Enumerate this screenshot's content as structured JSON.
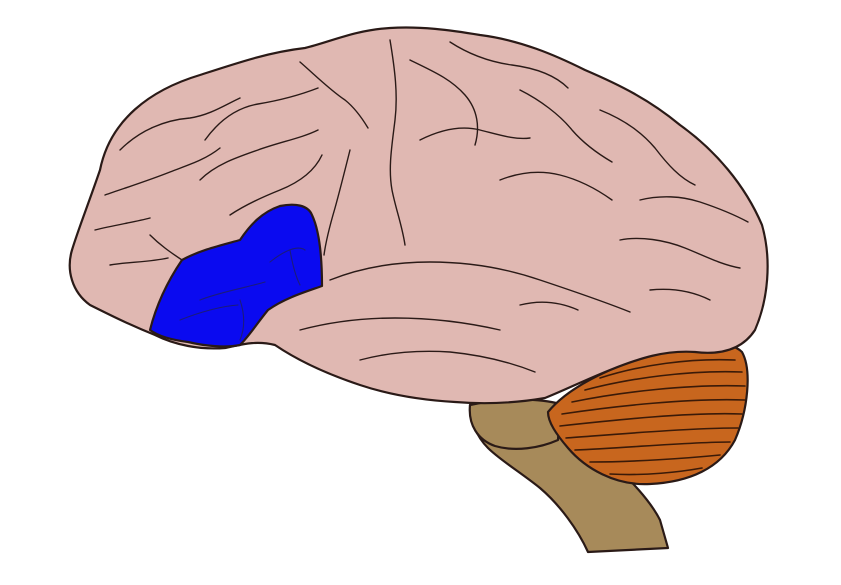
{
  "diagram": {
    "colors": {
      "background": "#ffffff",
      "cerebrum": "#e0b8b2",
      "highlighted_region": "#0a0af0",
      "cerebellum": "#c8661e",
      "brainstem": "#a78a5a",
      "outline": "#2a1a17"
    },
    "parts": [
      {
        "name": "cerebrum",
        "highlighted": false
      },
      {
        "name": "highlighted-region",
        "highlighted": true
      },
      {
        "name": "cerebellum",
        "highlighted": false
      },
      {
        "name": "brainstem",
        "highlighted": false
      }
    ]
  }
}
